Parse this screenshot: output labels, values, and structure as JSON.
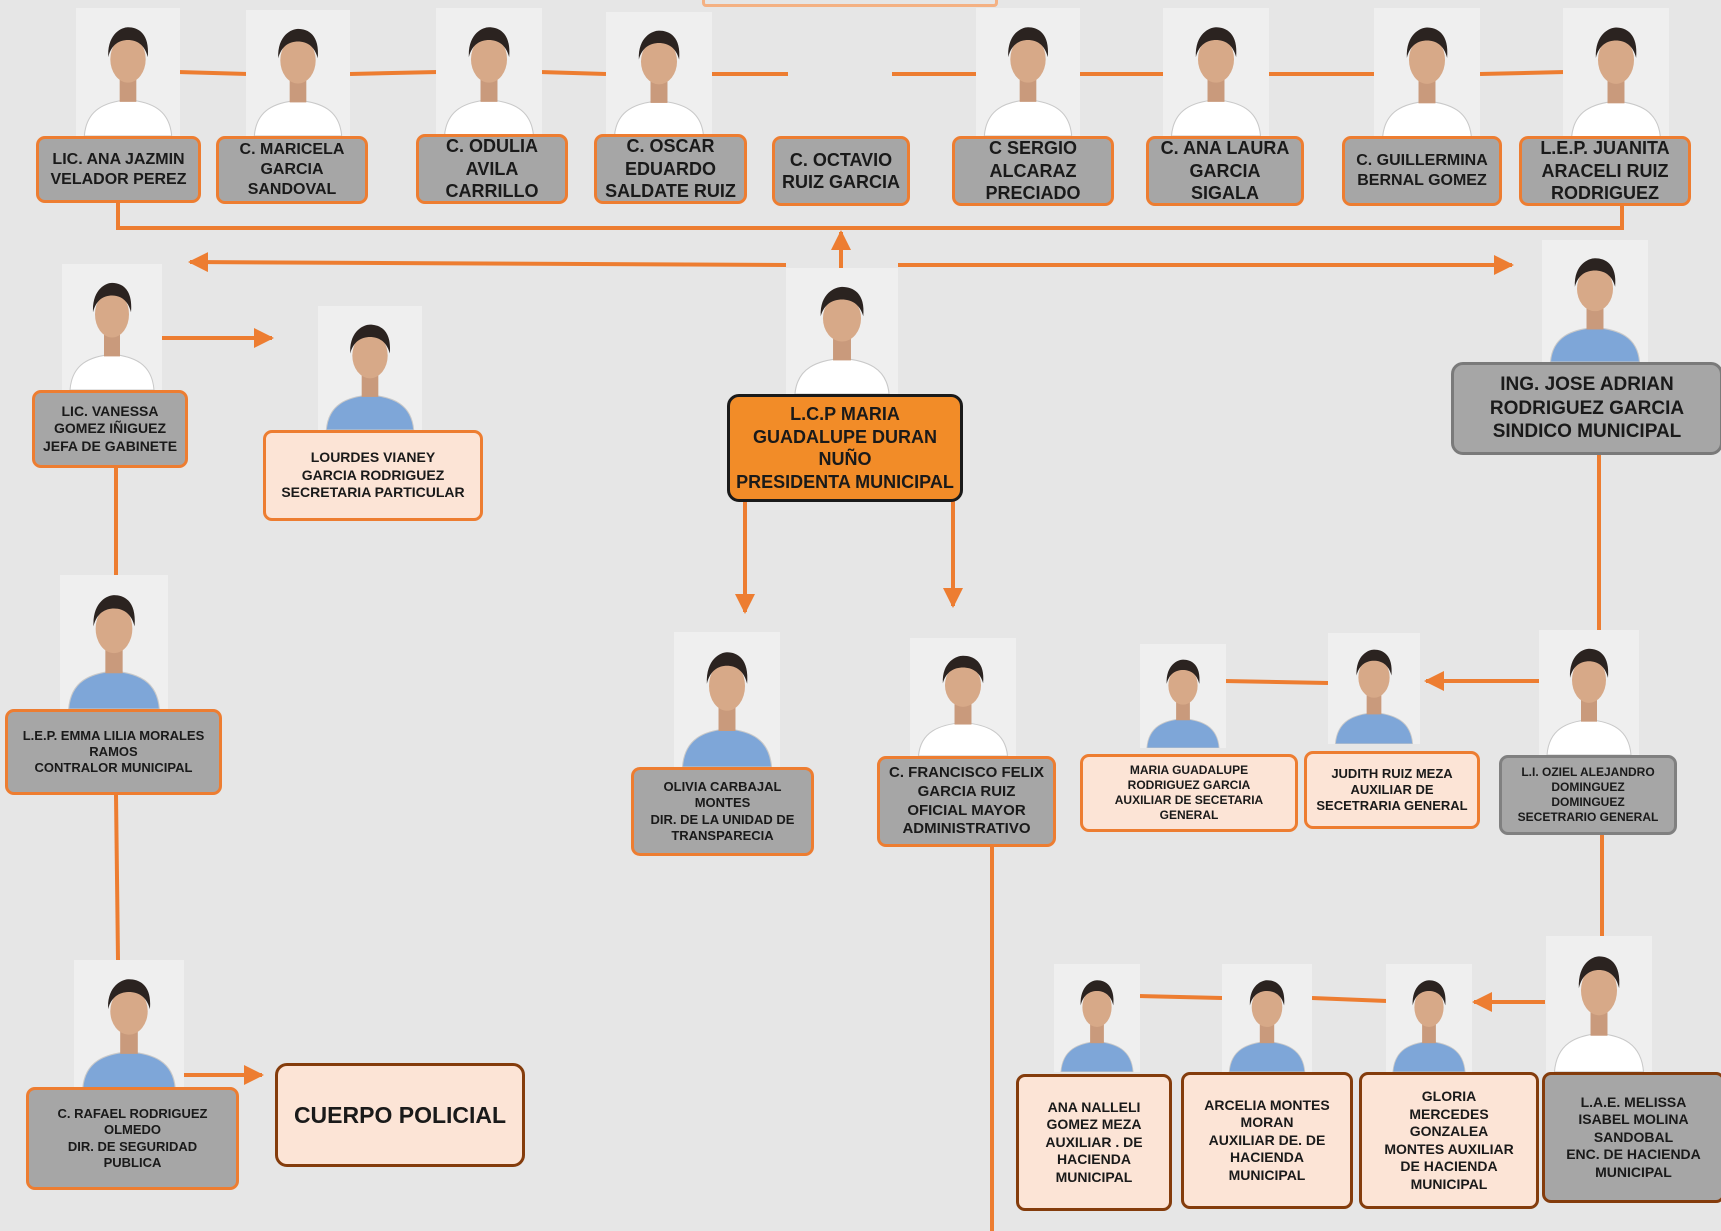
{
  "colors": {
    "line": "#ed7d31",
    "accent": "#f28c28",
    "gray": "#a6a6a6",
    "peach": "#fce4d6"
  },
  "regidores": [
    {
      "name": "LIC. ANA JAZMIN\nVELADOR PEREZ"
    },
    {
      "name": "C. MARICELA\nGARCIA\nSANDOVAL"
    },
    {
      "name": "C. ODULIA\nAVILA\nCARRILLO"
    },
    {
      "name": "C. OSCAR\nEDUARDO\nSALDATE RUIZ"
    },
    {
      "name": "C. OCTAVIO\nRUIZ GARCIA"
    },
    {
      "name": "C SERGIO\nALCARAZ\nPRECIADO"
    },
    {
      "name": "C. ANA LAURA\nGARCIA\nSIGALA"
    },
    {
      "name": "C. GUILLERMINA\nBERNAL GOMEZ"
    },
    {
      "name": "L.E.P. JUANITA\nARACELI RUIZ\nRODRIGUEZ"
    }
  ],
  "presidenta": "L.C.P MARIA\nGUADALUPE DURAN\nNUÑO\nPRESIDENTA MUNICIPAL",
  "sindico": "ING. JOSE ADRIAN\nRODRIGUEZ GARCIA\nSINDICO MUNICIPAL",
  "jefa_gabinete": "LIC. VANESSA\nGOMEZ IÑIGUEZ\nJEFA DE GABINETE",
  "secretaria_particular": "LOURDES VIANEY\nGARCIA RODRIGUEZ\nSECRETARIA PARTICULAR",
  "contralor": "L.E.P. EMMA LILIA MORALES\nRAMOS\nCONTRALOR MUNICIPAL",
  "seguridad": "C. RAFAEL RODRIGUEZ\nOLMEDO\nDIR. DE SEGURIDAD\nPUBLICA",
  "cuerpo_policial": "CUERPO POLICIAL",
  "transparencia": "OLIVIA CARBAJAL\nMONTES\nDIR. DE LA UNIDAD DE\nTRANSPARECIA",
  "oficial_mayor": "C. FRANCISCO FELIX\nGARCIA RUIZ\nOFICIAL MAYOR\nADMINISTRATIVO",
  "aux_secretaria_1": "MARIA GUADALUPE\nRODRIGUEZ GARCIA\nAUXILIAR DE SECETARIA\nGENERAL",
  "aux_secretaria_2": "JUDITH RUIZ MEZA\nAUXILIAR DE\nSECETRARIA GENERAL",
  "secretario_general": "L.I. OZIEL ALEJANDRO\nDOMINGUEZ\nDOMINGUEZ\nSECETRARIO GENERAL",
  "aux_hacienda_1": "ANA NALLELI\nGOMEZ MEZA\nAUXILIAR . DE\nHACIENDA\nMUNICIPAL",
  "aux_hacienda_2": "ARCELIA MONTES\nMORAN\nAUXILIAR DE. DE\nHACIENDA\nMUNICIPAL",
  "aux_hacienda_3": "GLORIA\nMERCEDES\nGONZALEA\nMONTES AUXILIAR\nDE HACIENDA\nMUNICIPAL",
  "enc_hacienda": "L.A.E. MELISSA\nISABEL MOLINA\nSANDOBAL\nENC. DE HACIENDA\nMUNICIPAL"
}
